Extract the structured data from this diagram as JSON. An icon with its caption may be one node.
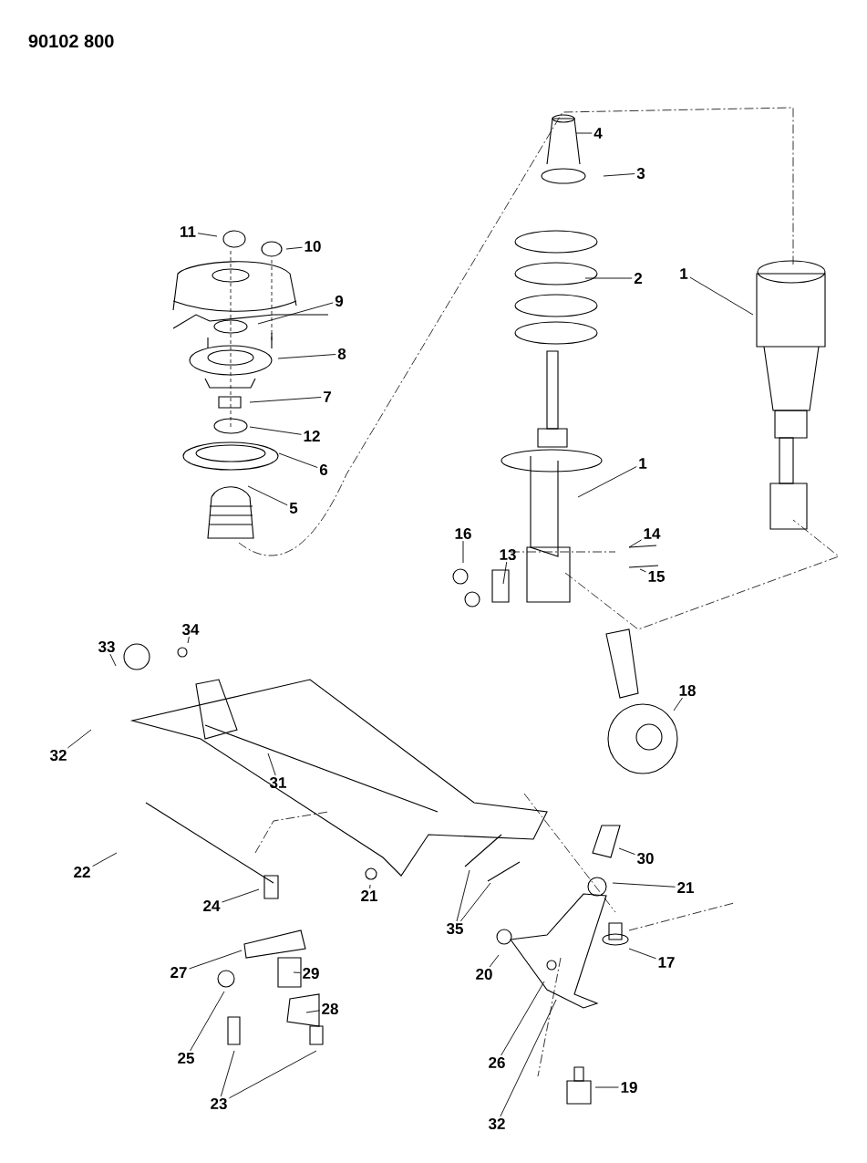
{
  "diagram": {
    "nodes": [
      {
        "text": [
          "4"
        ]
      },
      {
        "text": [
          "3"
        ]
      },
      {
        "text": [
          "11"
        ]
      },
      {
        "text": [
          "10"
        ]
      },
      {
        "text": [
          "1"
        ]
      },
      {
        "text": [
          "2"
        ]
      },
      {
        "text": [
          "9"
        ]
      },
      {
        "text": [
          "8"
        ]
      },
      {
        "text": [
          "7"
        ]
      },
      {
        "text": [
          "12"
        ]
      },
      {
        "text": [
          "6"
        ]
      },
      {
        "text": [
          "5"
        ]
      },
      {
        "text": [
          "1"
        ]
      },
      {
        "text": [
          "16"
        ]
      },
      {
        "text": [
          "13"
        ]
      },
      {
        "text": [
          "14"
        ]
      },
      {
        "text": [
          "15"
        ]
      },
      {
        "text": [
          "34"
        ]
      },
      {
        "text": [
          "33"
        ]
      },
      {
        "text": [
          "18"
        ]
      },
      {
        "text": [
          "32"
        ]
      },
      {
        "text": [
          "31"
        ]
      },
      {
        "text": [
          "30"
        ]
      },
      {
        "text": [
          "22"
        ]
      },
      {
        "text": [
          "21"
        ]
      },
      {
        "text": [
          "21"
        ]
      },
      {
        "text": [
          "24"
        ]
      },
      {
        "text": [
          "35"
        ]
      },
      {
        "text": [
          "17"
        ]
      },
      {
        "text": [
          "20"
        ]
      },
      {
        "text": [
          "27"
        ]
      },
      {
        "text": [
          "29"
        ]
      },
      {
        "text": [
          "28"
        ]
      },
      {
        "text": [
          "25"
        ]
      },
      {
        "text": [
          "26"
        ]
      },
      {
        "text": [
          "19"
        ]
      },
      {
        "text": [
          "23"
        ]
      },
      {
        "text": [
          "32"
        ]
      }
    ],
    "edges": [
      {
        "from": 0,
        "to": null,
        "arrow": "none"
      },
      {
        "from": 1,
        "to": null,
        "arrow": "none"
      },
      {
        "from": 2,
        "to": null,
        "arrow": "none"
      },
      {
        "from": 3,
        "to": null,
        "arrow": "none"
      },
      {
        "from": 4,
        "to": null,
        "arrow": "none"
      },
      {
        "from": 5,
        "to": null,
        "arrow": "none"
      },
      {
        "from": 6,
        "to": null,
        "arrow": "none"
      },
      {
        "from": 7,
        "to": null,
        "arrow": "none"
      },
      {
        "from": 8,
        "to": null,
        "arrow": "none"
      },
      {
        "from": 9,
        "to": null,
        "arrow": "none"
      },
      {
        "from": 10,
        "to": null,
        "arrow": "none"
      },
      {
        "from": 11,
        "to": null,
        "arrow": "none"
      },
      {
        "from": 12,
        "to": null,
        "arrow": "none"
      },
      {
        "from": 13,
        "to": null,
        "arrow": "none"
      },
      {
        "from": 14,
        "to": null,
        "arrow": "none"
      },
      {
        "from": 15,
        "to": null,
        "arrow": "none"
      },
      {
        "from": 16,
        "to": null,
        "arrow": "none"
      },
      {
        "from": 17,
        "to": null,
        "arrow": "none"
      },
      {
        "from": 18,
        "to": null,
        "arrow": "none"
      },
      {
        "from": 19,
        "to": null,
        "arrow": "none"
      },
      {
        "from": 20,
        "to": null,
        "arrow": "none"
      },
      {
        "from": 21,
        "to": null,
        "arrow": "none"
      },
      {
        "from": 22,
        "to": null,
        "arrow": "none"
      },
      {
        "from": 23,
        "to": null,
        "arrow": "none"
      },
      {
        "from": 24,
        "to": null,
        "arrow": "none"
      },
      {
        "from": 25,
        "to": null,
        "arrow": "none"
      },
      {
        "from": 26,
        "to": null,
        "arrow": "none"
      },
      {
        "from": 27,
        "to": null,
        "arrow": "none"
      },
      {
        "from": 27,
        "to": null,
        "arrow": "none"
      },
      {
        "from": 28,
        "to": null,
        "arrow": "none"
      },
      {
        "from": 29,
        "to": null,
        "arrow": "none"
      },
      {
        "from": 30,
        "to": null,
        "arrow": "none"
      },
      {
        "from": 31,
        "to": null,
        "arrow": "none"
      },
      {
        "from": 32,
        "to": null,
        "arrow": "none"
      },
      {
        "from": 33,
        "to": null,
        "arrow": "none"
      },
      {
        "from": 34,
        "to": null,
        "arrow": "none"
      },
      {
        "from": 35,
        "to": null,
        "arrow": "none"
      },
      {
        "from": 36,
        "to": null,
        "arrow": "none"
      },
      {
        "from": 36,
        "to": null,
        "arrow": "none"
      },
      {
        "from": 37,
        "to": null,
        "arrow": "none"
      }
    ],
    "labels": [
      "90102 800"
    ]
  }
}
